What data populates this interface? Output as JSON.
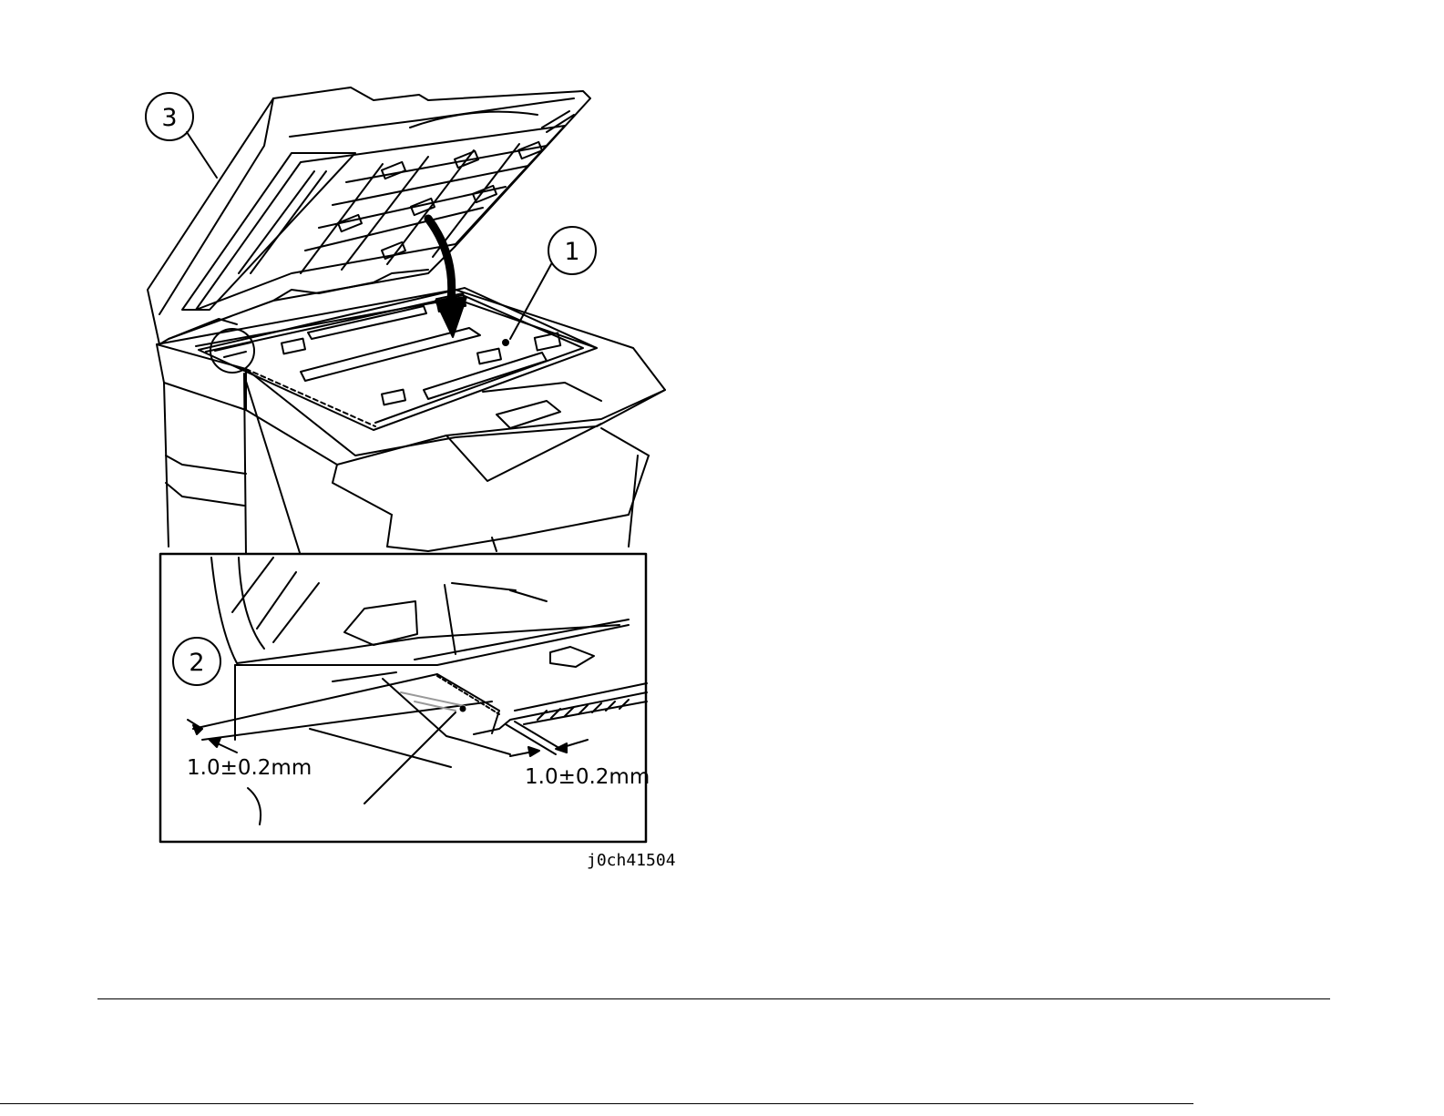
{
  "callouts": {
    "c1": "1",
    "c2": "2",
    "c3": "3"
  },
  "dimensions": {
    "left": "1.0±0.2mm",
    "right": "1.0±0.2mm"
  },
  "figure_id": "j0ch41504"
}
